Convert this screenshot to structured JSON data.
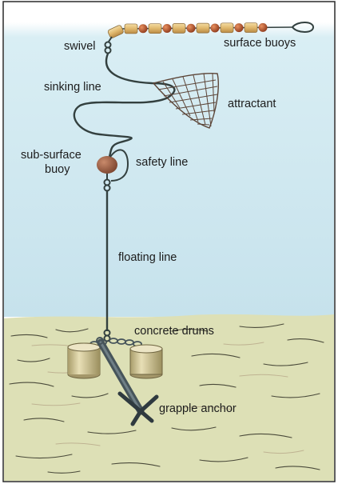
{
  "labels": {
    "swivel": "swivel",
    "surface_buoys": "surface buoys",
    "sinking_line": "sinking line",
    "attractant": "attractant",
    "sub_surface_buoy_line1": "sub-surface",
    "sub_surface_buoy_line2": "buoy",
    "safety_line": "safety line",
    "floating_line": "floating line",
    "concrete_drums": "concrete drums",
    "grapple_anchor": "grapple anchor"
  },
  "colors": {
    "water": "#cfe7ef",
    "seabed": "#dde0b6",
    "line": "#33403f",
    "buoy_body": "#e2bf78",
    "buoy_bead": "#b8552e",
    "sub_surface_buoy": "#a06348",
    "drum": "#cbbf8d",
    "anchor": "#46545a"
  }
}
